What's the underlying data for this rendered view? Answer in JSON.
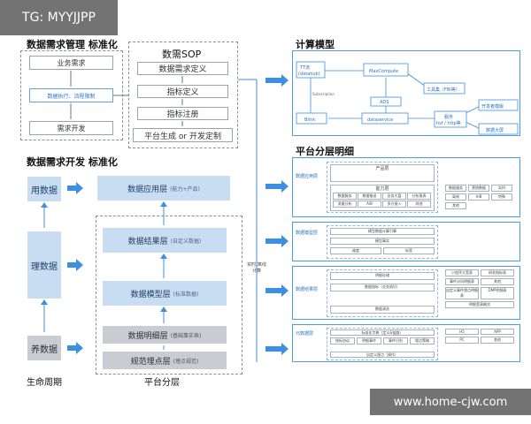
{
  "watermark_top": "TG: MYYJJPP",
  "watermark_bottom": "www.home-cjw.com",
  "mgmt": {
    "title": "数据需求管理 标准化",
    "steps": [
      "业务需求",
      "数据执行、流程限制",
      "需求开发"
    ]
  },
  "sop": {
    "title": "数需SOP",
    "steps": [
      "数据需求定义",
      "指标定义",
      "指标注册",
      "平台生成 or 开发定制"
    ]
  },
  "dev": {
    "title": "数据需求开发 标准化",
    "lifecycle": [
      "用数据",
      "理数据",
      "养数据"
    ],
    "lifecycle_label": "生命周期",
    "layers": [
      {
        "name": "数据应用层",
        "note": "(能力+产品)"
      },
      {
        "name": "数据结果层",
        "note": "(自定义数据)"
      },
      {
        "name": "数据模型层",
        "note": "(标准数据)"
      },
      {
        "name": "数据明细层",
        "note": "(基础事实表)"
      },
      {
        "name": "规范埋点层",
        "note": "(埋点规范)"
      }
    ],
    "side_note": "实时/离线\n计算",
    "platform_label": "平台分层"
  },
  "compute": {
    "title": "计算模型",
    "nodes": [
      "TT流\n(datahub)",
      "MaxCompute",
      "工具集（FBI等）",
      "ADS",
      "Blink",
      "dataservice",
      "服务\nhsf / http等",
      "开发者模版",
      "数据大屏"
    ],
    "edge_label": "Subscription"
  },
  "platform": {
    "title": "平台分层明细",
    "panels": [
      {
        "name": "数据应用层",
        "header": "产品层",
        "sub": "能力层",
        "cells": [
          "数据服务",
          "数据推送",
          "业务大盘",
          "分析报表",
          "流量分析",
          "A/B",
          "多方接入",
          "其他"
        ],
        "right": [
          "数据服务",
          "营销数据",
          "实时",
          "离线",
          "A/B",
          "特殊",
          "其他"
        ]
      },
      {
        "name": "数据模型层",
        "rows": [
          "模型数据计算引擎",
          "模型事实",
          "维度",
          "标签"
        ]
      },
      {
        "name": "数据结果层",
        "rows": [
          "明细存储",
          "数据指标（业务知识）",
          "数据清洗"
        ],
        "right": [
          "小程序大宽表",
          "研发指标表",
          "事件访问明细表",
          "其他",
          "自定义事件埋点明细表",
          "DMP明细表",
          "明细宽表概览"
        ]
      },
      {
        "name": "元数据层",
        "rows": [
          "标准化字典（定义&链路）",
          "指标协议",
          "明细事件",
          "事件识别",
          "埋点策略",
          "自定义埋点（操作）"
        ],
        "right": [
          "H5",
          "APP",
          "PC",
          "其他"
        ]
      }
    ]
  }
}
